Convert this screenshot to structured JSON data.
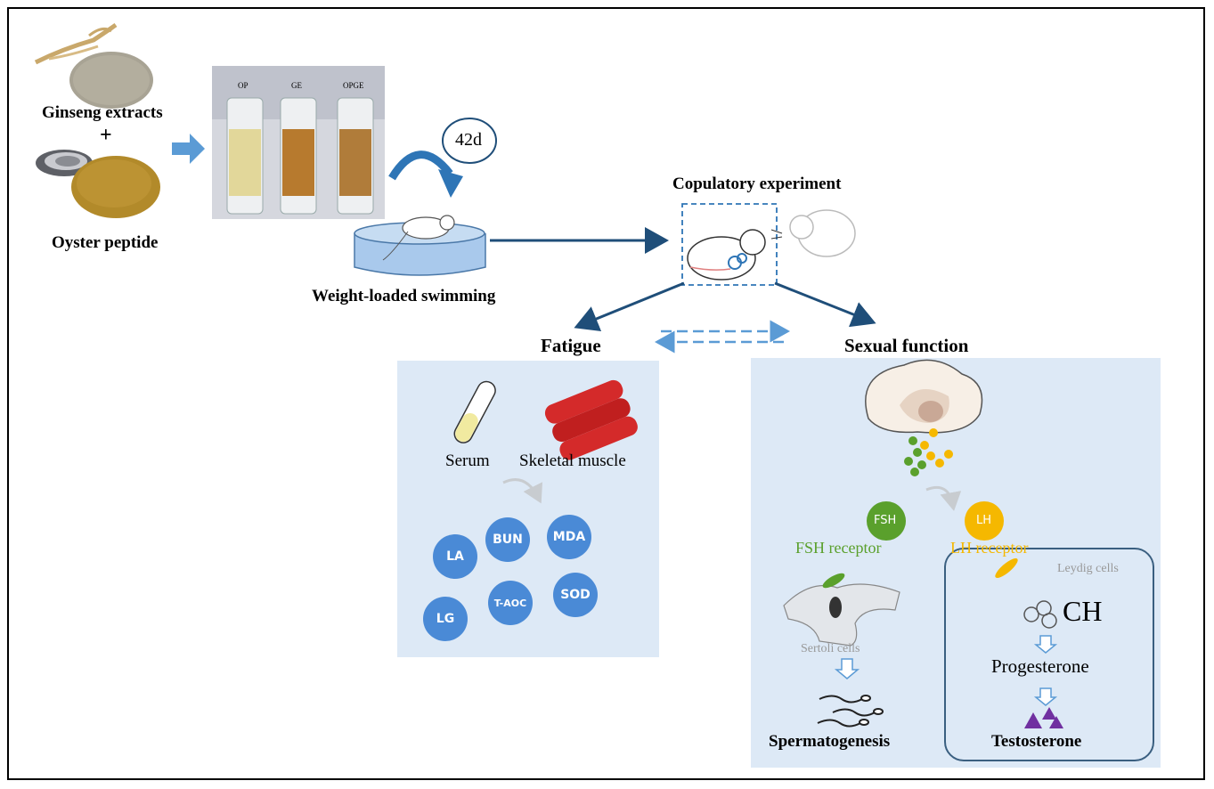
{
  "inputs": {
    "ginseng_label": "Ginseng extracts",
    "plus": "+",
    "oyster_label": "Oyster peptide"
  },
  "vials": {
    "labels": [
      "OP",
      "GE",
      "OPGE"
    ]
  },
  "swim": {
    "duration": "42d",
    "label": "Weight-loaded swimming"
  },
  "copulatory": {
    "label": "Copulatory experiment"
  },
  "fatigue": {
    "title": "Fatigue",
    "serum": "Serum",
    "muscle": "Skeletal muscle",
    "markers": [
      "LA",
      "BUN",
      "MDA",
      "LG",
      "T-AOC",
      "SOD"
    ]
  },
  "sexual": {
    "title": "Sexual function",
    "fsh": "FSH",
    "lh": "LH",
    "fsh_receptor": "FSH receptor",
    "lh_receptor": "LH receptor",
    "sertoli": "Sertoli cells",
    "leydig": "Leydig cells",
    "ch": "CH",
    "progesterone": "Progesterone",
    "testosterone": "Testosterone",
    "spermatogenesis": "Spermatogenesis"
  },
  "colors": {
    "panel": "#dde9f6",
    "marker": "#4a8ad6",
    "arrow": "#1f4e79",
    "fsh": "#5aa02c",
    "lh": "#f5b800",
    "muscle": "#d42a2a",
    "hormone": "#7030a0"
  }
}
